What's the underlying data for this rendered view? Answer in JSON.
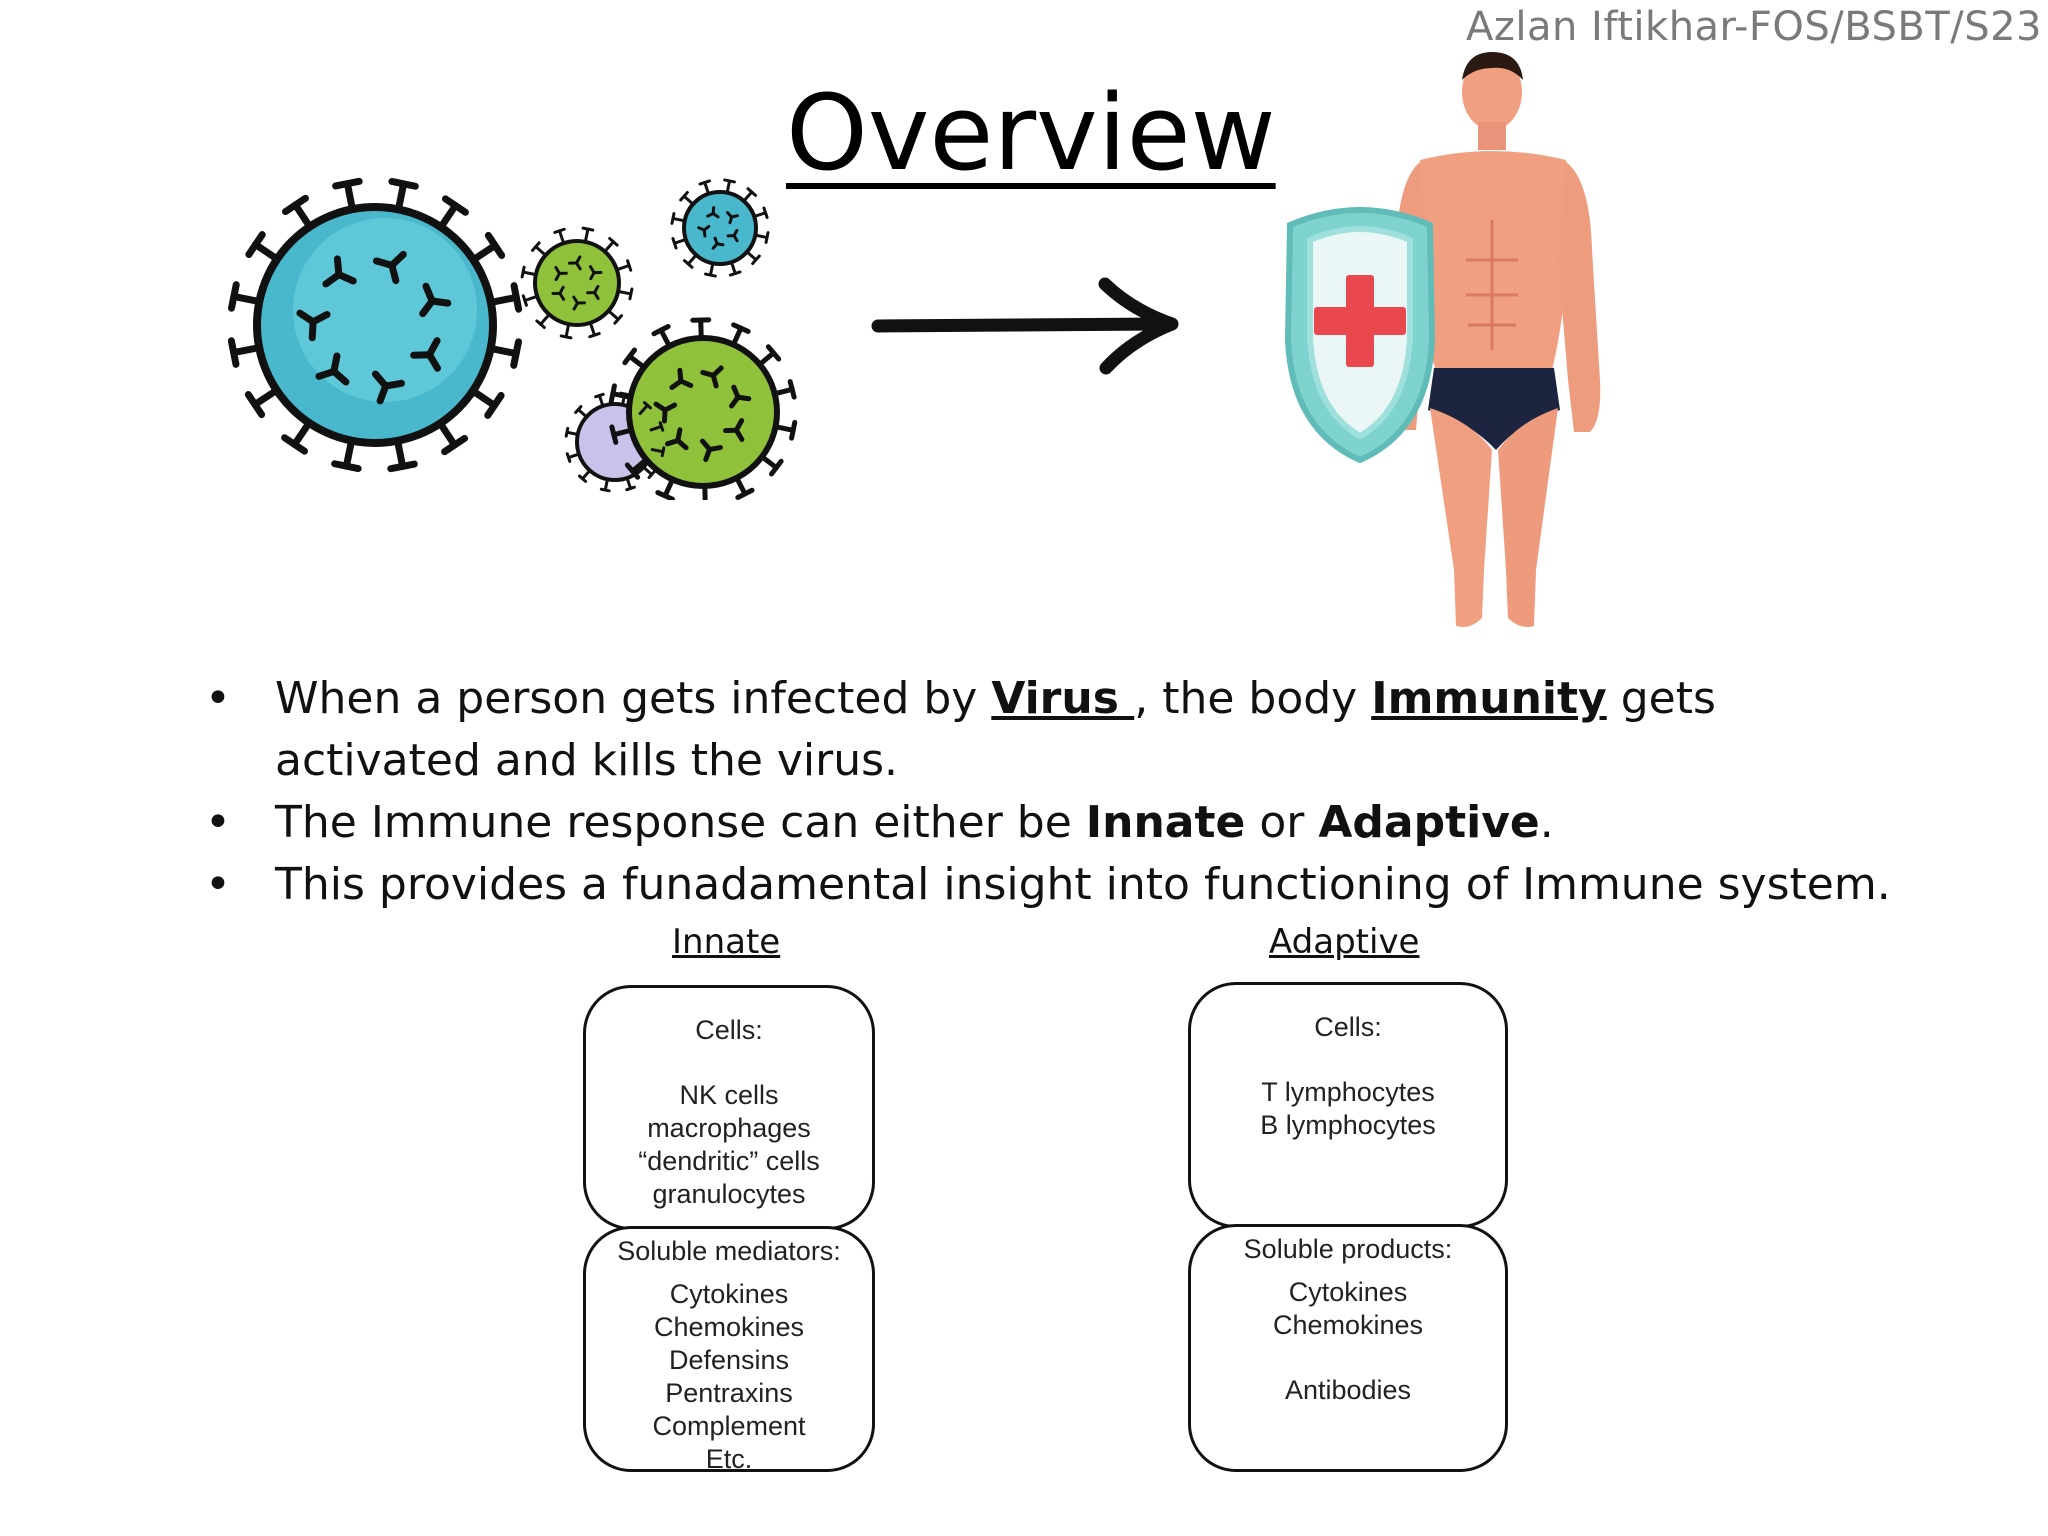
{
  "author": "Azlan Iftikhar-FOS/BSBT/S23",
  "title": "Overview",
  "bullets": {
    "b1": {
      "pre": "When a person gets infected by ",
      "virus": "Virus ",
      "mid": ", the body ",
      "immunity": "Immunity",
      "post": " gets activated and kills the virus."
    },
    "b2": {
      "pre": " The Immune response can either be ",
      "innate": "Innate",
      "mid": " or ",
      "adaptive": "Adaptive",
      "post": "."
    },
    "b3": "This provides a funadamental insight into functioning of Immune system."
  },
  "innate": {
    "heading": "Innate",
    "cells_title": "Cells:",
    "cells": [
      "NK cells",
      "macrophages",
      "“dendritic” cells",
      "granulocytes"
    ],
    "mediators_title": "Soluble mediators:",
    "mediators": [
      "Cytokines",
      "Chemokines",
      "Defensins",
      "Pentraxins",
      "Complement",
      "Etc."
    ]
  },
  "adaptive": {
    "heading": "Adaptive",
    "cells_title": "Cells:",
    "cells": [
      "T lymphocytes",
      "B lymphocytes"
    ],
    "products_title": "Soluble products:",
    "products": [
      "Cytokines",
      "Chemokines",
      "",
      "Antibodies"
    ]
  },
  "colors": {
    "virus_blue": "#4ab8cc",
    "virus_green": "#8fc23a",
    "virus_lavender": "#c9c3ec",
    "skin": "#f0a080",
    "shield": "#7fd3cf",
    "cross": "#e8484e"
  }
}
